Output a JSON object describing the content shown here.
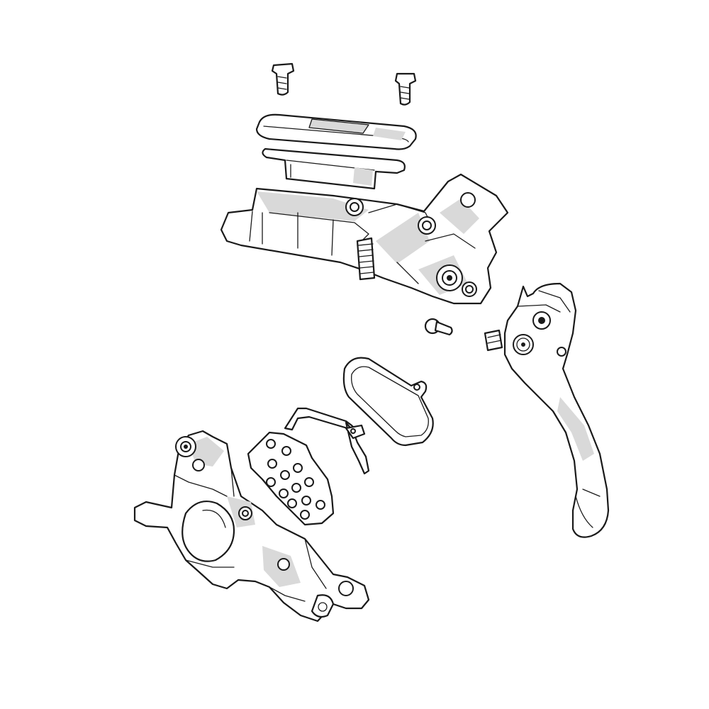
{
  "diagram": {
    "type": "exploded-parts-illustration",
    "background": "#ffffff",
    "line_color": "#1a1a1a",
    "parts": [
      "mounting-bolt",
      "mounting-bolt",
      "reservoir-cover",
      "reservoir-bladder",
      "master-cylinder-body",
      "lever-pivot-bolt",
      "brake-lever-blade",
      "brake-pad",
      "pad-spring-clip",
      "brake-pad-backing",
      "brake-caliper"
    ]
  }
}
